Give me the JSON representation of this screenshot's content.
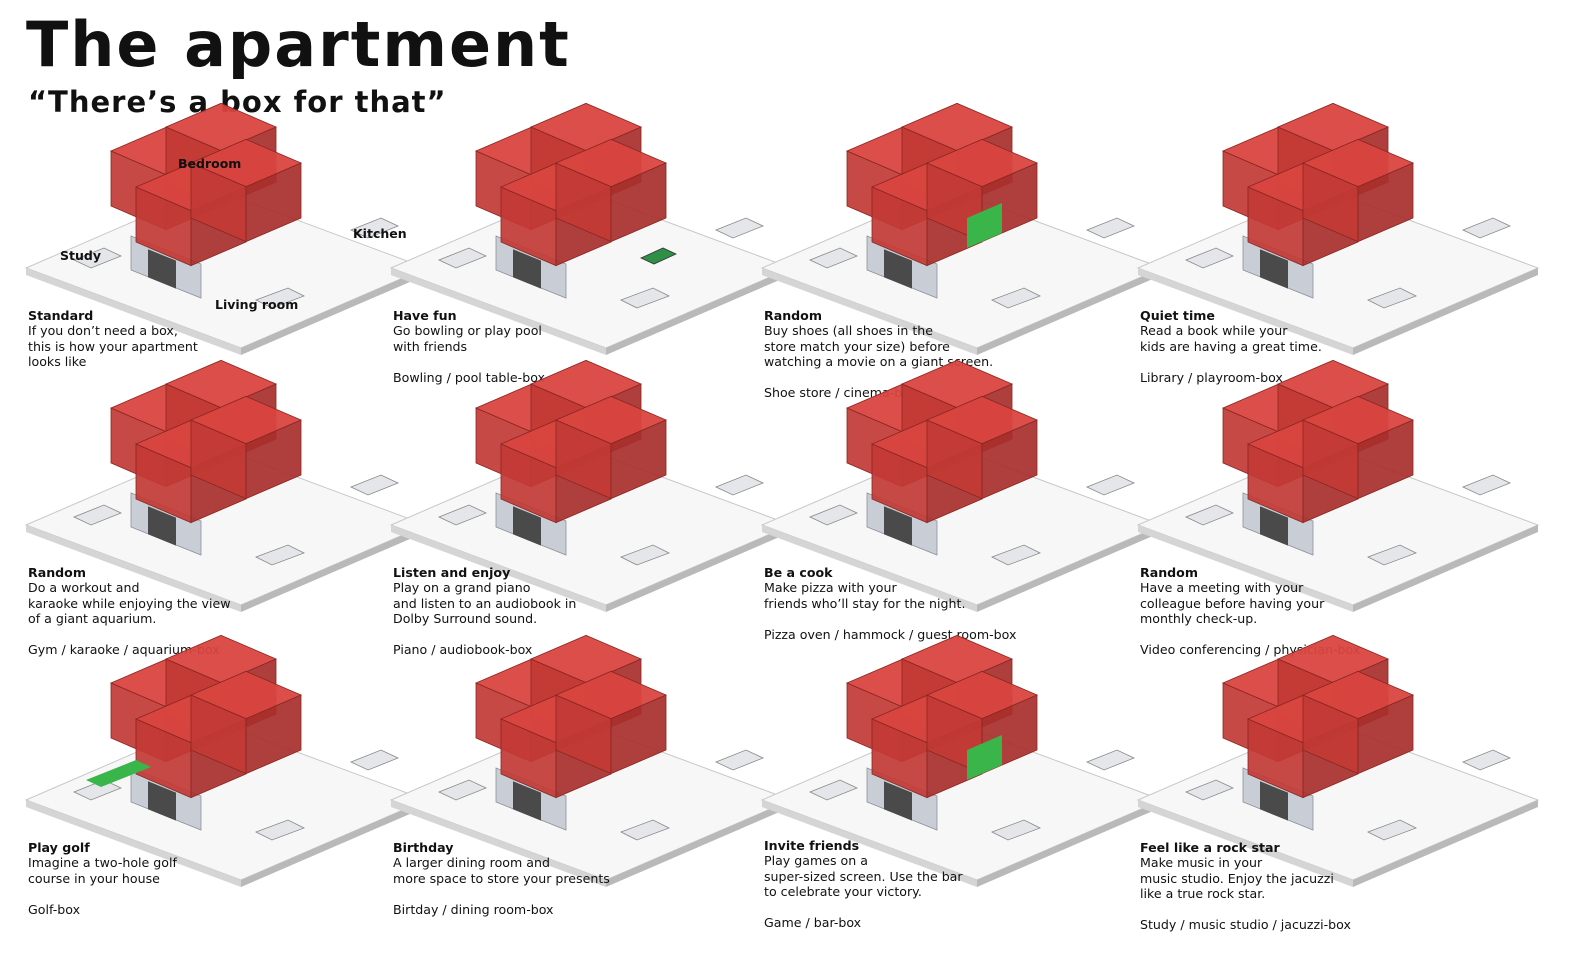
{
  "header": {
    "title": "The apartment",
    "subtitle": "“There’s a box for that”"
  },
  "room_labels": {
    "bedroom": "Bedroom",
    "kitchen": "Kitchen",
    "study": "Study",
    "living_room": "Living room"
  },
  "colors": {
    "box_red": "#d9443f",
    "floor_red": "#e9a7a3",
    "floor": "#f7f7f7",
    "wall_gray": "#c9ced6",
    "accent_green": "#39b54a"
  },
  "panels": [
    {
      "heading": "Standard",
      "description": "If you don’t need a box,\nthis is how your apartment\nlooks like",
      "boxes": ""
    },
    {
      "heading": "Have fun",
      "description": "Go bowling or play pool\nwith friends",
      "boxes": "Bowling / pool table-box"
    },
    {
      "heading": "Random",
      "description": "Buy shoes (all shoes in the\nstore match your size) before\nwatching a movie on a giant screen.",
      "boxes": "Shoe store / cinema-box"
    },
    {
      "heading": "Quiet time",
      "description": "Read a book while your\nkids are having a great time.",
      "boxes": "Library / playroom-box"
    },
    {
      "heading": "Random",
      "description": "Do a workout and\nkaraoke while enjoying the view\nof a giant aquarium.",
      "boxes": "Gym / karaoke / aquarium-box"
    },
    {
      "heading": "Listen and enjoy",
      "description": "Play on a grand piano\nand listen to an audiobook in\nDolby Surround sound.",
      "boxes": "Piano / audiobook-box"
    },
    {
      "heading": "Be a cook",
      "description": "Make pizza with your\nfriends who’ll stay for the night.",
      "boxes": "Pizza oven / hammock / guest room-box"
    },
    {
      "heading": "Random",
      "description": "Have a meeting with your\ncolleague before having your\nmonthly check-up.",
      "boxes": "Video conferencing / physician-box"
    },
    {
      "heading": "Play golf",
      "description": "Imagine a two-hole golf\ncourse in your house",
      "boxes": "Golf-box"
    },
    {
      "heading": "Birthday",
      "description": "A larger dining room and\nmore space to store your presents",
      "boxes": "Birtday / dining room-box"
    },
    {
      "heading": "Invite friends",
      "description": "Play games on a\nsuper-sized screen. Use the bar\nto celebrate your victory.",
      "boxes": "Game / bar-box"
    },
    {
      "heading": "Feel like a rock star",
      "description": "Make music in your\nmusic studio. Enjoy the jacuzzi\nlike a true rock star.",
      "boxes": "Study / music studio / jacuzzi-box"
    }
  ]
}
